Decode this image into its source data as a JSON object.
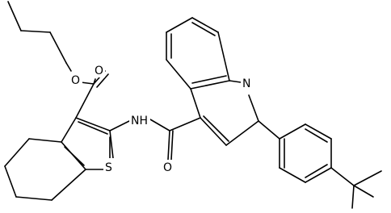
{
  "diagram": {
    "type": "chemical-structure",
    "atom_labels": {
      "ester_o": "O",
      "carbonyl_o_ester": "O",
      "amide_n": "NH",
      "amide_o": "O",
      "ring_n": "N",
      "ring_s": "S"
    },
    "colors": {
      "bond": "#000000",
      "label": "#000000",
      "background": "#ffffff"
    }
  }
}
